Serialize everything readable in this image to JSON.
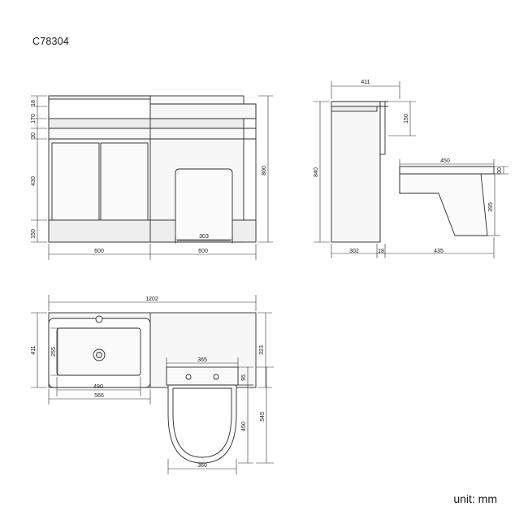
{
  "title": "C78304",
  "unit_label": "unit: mm",
  "colors": {
    "line": "#2b2b2b",
    "fill_light": "#f7f7f7",
    "fill_grey": "#e9e9e9",
    "text": "#1a1a1a"
  },
  "views": {
    "front": {
      "name": "front-elevation",
      "dimensions": {
        "d18": "18",
        "d170": "170",
        "d30": "30",
        "d430": "430",
        "d150": "150",
        "d800": "800",
        "d600_left": "600",
        "d600_right": "600",
        "d303": "303"
      }
    },
    "side": {
      "name": "side-elevation",
      "dimensions": {
        "d411": "411",
        "d150": "150",
        "d840": "840",
        "d450": "450",
        "d30": "30",
        "d395": "395",
        "d302": "302",
        "d18": "18",
        "d435": "435"
      }
    },
    "plan": {
      "name": "plan-view",
      "dimensions": {
        "d1202": "1202",
        "d411": "411",
        "d255": "255",
        "d490": "490",
        "d566": "566",
        "d323": "323",
        "d365": "365",
        "d95": "95",
        "d450": "450",
        "d545": "545",
        "d360": "360"
      }
    }
  }
}
